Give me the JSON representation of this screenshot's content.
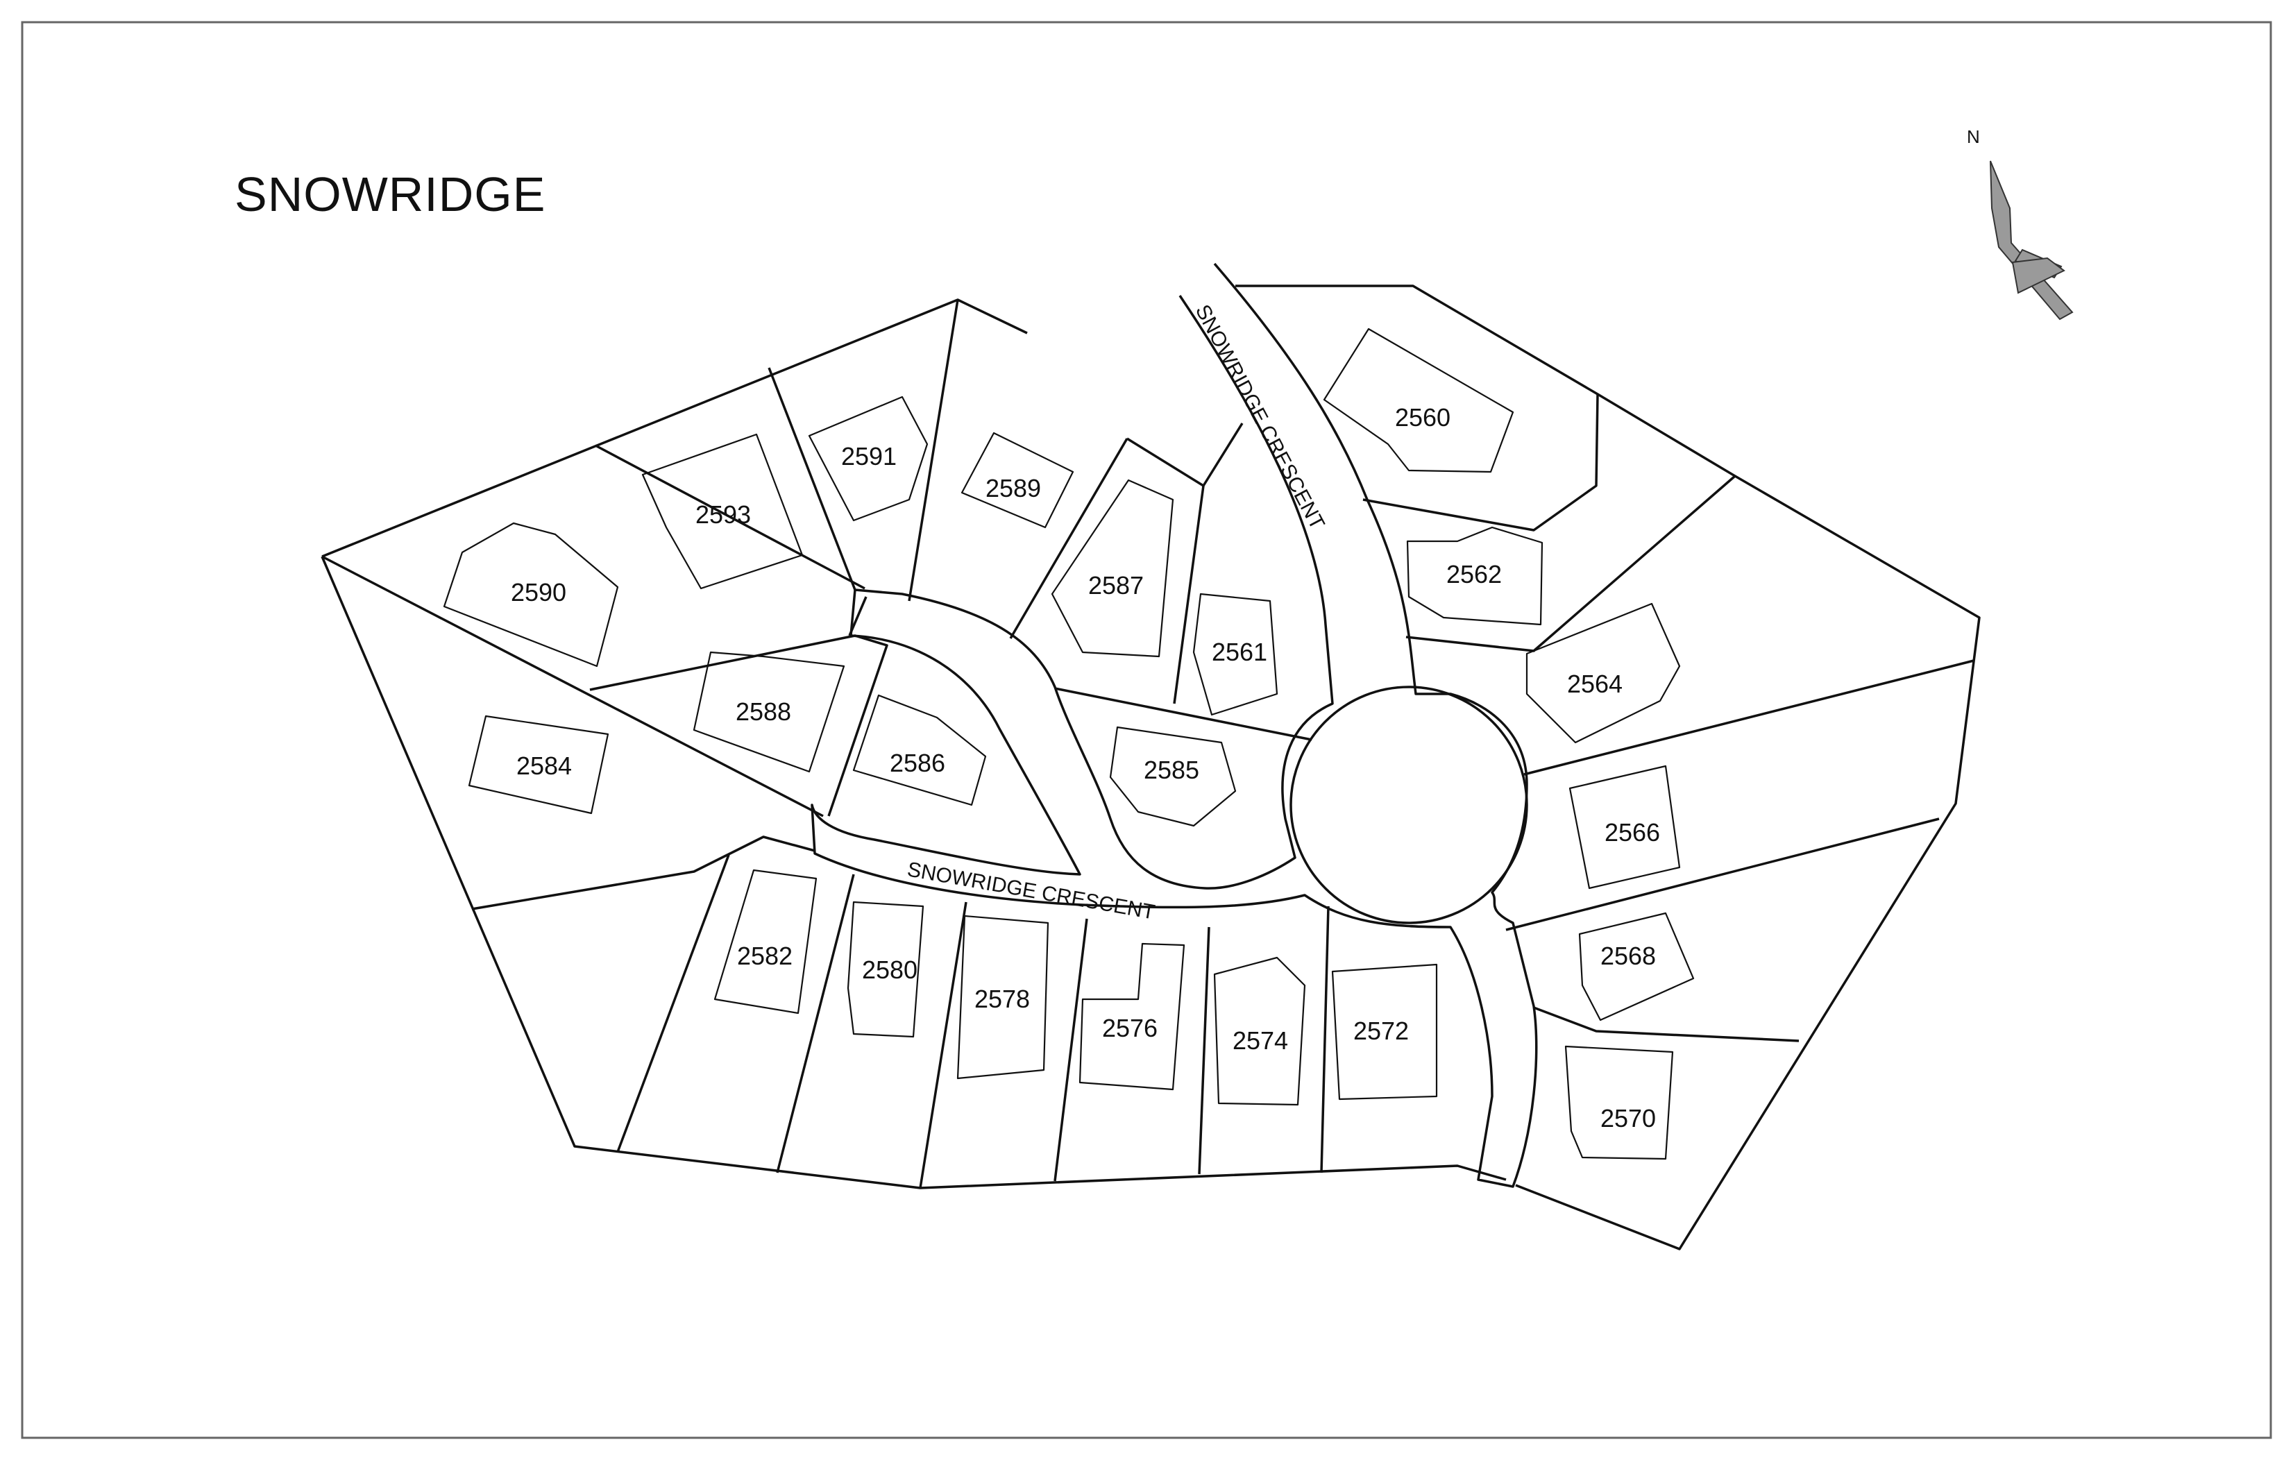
{
  "map": {
    "title": "SNOWRIDGE",
    "north_label": "N",
    "streets": [
      {
        "id": "street-snowridge-crescent-north",
        "name": "SNOWRIDGE CRESCENT"
      },
      {
        "id": "street-snowridge-crescent-south",
        "name": "SNOWRIDGE CRESCENT"
      }
    ],
    "lots": [
      {
        "number": "2560"
      },
      {
        "number": "2561"
      },
      {
        "number": "2562"
      },
      {
        "number": "2564"
      },
      {
        "number": "2566"
      },
      {
        "number": "2568"
      },
      {
        "number": "2570"
      },
      {
        "number": "2572"
      },
      {
        "number": "2574"
      },
      {
        "number": "2576"
      },
      {
        "number": "2578"
      },
      {
        "number": "2580"
      },
      {
        "number": "2582"
      },
      {
        "number": "2584"
      },
      {
        "number": "2585"
      },
      {
        "number": "2586"
      },
      {
        "number": "2587"
      },
      {
        "number": "2588"
      },
      {
        "number": "2589"
      },
      {
        "number": "2590"
      },
      {
        "number": "2591"
      },
      {
        "number": "2593"
      }
    ],
    "colors": {
      "line": "#111111",
      "compass_fill": "#9a9a9a",
      "background": "#ffffff"
    }
  }
}
